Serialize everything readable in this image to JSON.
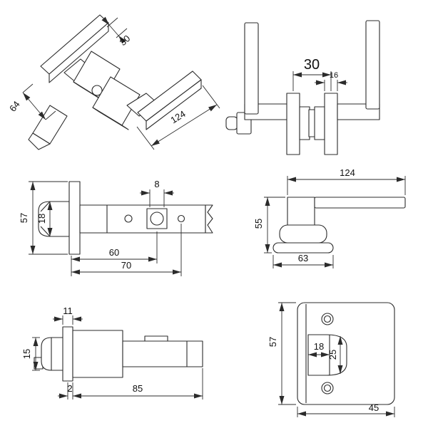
{
  "page": {
    "background": "#ffffff",
    "line_color": "#2b2b2b",
    "text_color": "#111111"
  },
  "views": {
    "isometric": {
      "dims": {
        "grip_width": "30",
        "rose_height": "64",
        "lever_length": "124"
      }
    },
    "front_elevation": {
      "dims": {
        "rose_spacing": "30",
        "rose_width": "16"
      }
    },
    "latch_side": {
      "dims": {
        "spindle_hole": "8",
        "faceplate_height": "57",
        "bolt_height": "18",
        "backset_short": "60",
        "backset_long": "70"
      }
    },
    "lever_top": {
      "dims": {
        "lever_length": "124",
        "overall_height": "55",
        "rose_diameter": "63"
      }
    },
    "latch_plan": {
      "dims": {
        "head_width": "11",
        "bolt_width": "15",
        "plate_thickness": "2",
        "body_length": "85"
      }
    },
    "strike_plate": {
      "dims": {
        "plate_height": "57",
        "opening_width": "18",
        "opening_height": "25",
        "plate_width": "45"
      }
    }
  }
}
